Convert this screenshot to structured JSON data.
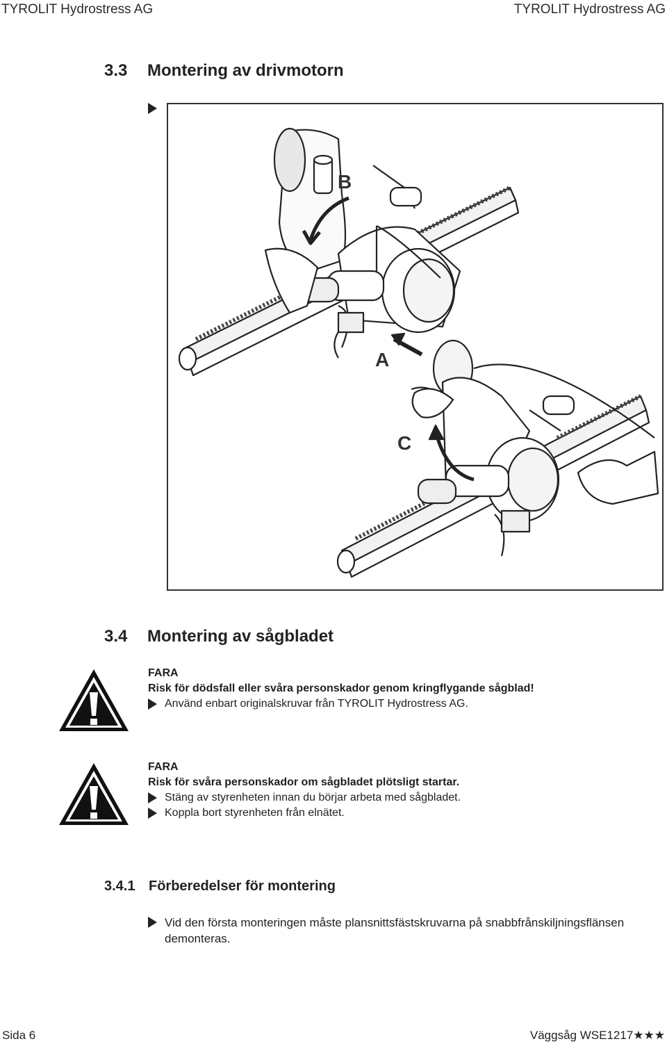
{
  "header": {
    "left": "TYROLIT Hydrostress AG",
    "right": "TYROLIT Hydrostress AG"
  },
  "section_3_3": {
    "number": "3.3",
    "title": "Montering av drivmotorn"
  },
  "figure": {
    "labels": {
      "a": "A",
      "b": "B",
      "c": "C"
    }
  },
  "section_3_4": {
    "number": "3.4",
    "title": "Montering av sågbladet"
  },
  "warning1": {
    "title": "FARA",
    "message": "Risk för dödsfall eller svåra personskador genom kringflygande sågblad!",
    "bullets": [
      "Använd enbart originalskruvar från TYROLIT Hydrostress AG."
    ]
  },
  "warning2": {
    "title": "FARA",
    "message": "Risk för svåra personskador om sågbladet plötsligt startar.",
    "bullets": [
      "Stäng av styrenheten innan du börjar arbeta med sågbladet.",
      "Koppla bort styrenheten från elnätet."
    ]
  },
  "section_3_4_1": {
    "number": "3.4.1",
    "title": "Förberedelser för montering",
    "text": "Vid den första monteringen måste plansnittsfästskruvarna på snabbfrånskiljningsflänsen demonteras."
  },
  "footer": {
    "left": "Sida 6",
    "right": "Väggsåg WSE1217★★★"
  }
}
